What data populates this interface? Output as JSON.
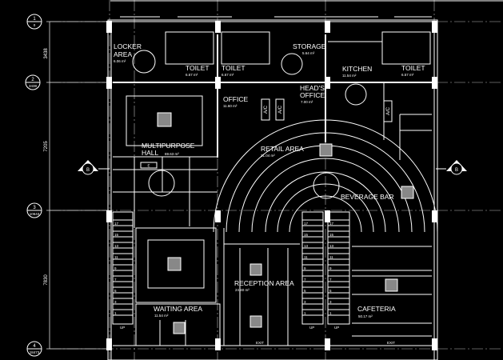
{
  "grid": [
    {
      "id": "1",
      "coord": "0"
    },
    {
      "id": "2",
      "coord": "3438"
    },
    {
      "id": "3",
      "coord": "10643"
    },
    {
      "id": "4",
      "coord": "18473"
    }
  ],
  "dimensions": [
    "3438",
    "7205",
    "7830"
  ],
  "section_marker": "B",
  "rooms": {
    "locker": {
      "name1": "LOCKER",
      "name2": "AREA",
      "area": "6.06 m²"
    },
    "toilet1": {
      "name": "TOILET",
      "area": "6.67 m²"
    },
    "toilet2": {
      "name": "TOILET",
      "area": "6.67 m²"
    },
    "storage": {
      "name": "STORAGE",
      "area": "5.64 m²"
    },
    "kitchen": {
      "name": "KITCHEN",
      "area": "11.54 m²"
    },
    "toilet3": {
      "name": "TOILET",
      "area": "6.57 m²"
    },
    "office": {
      "name": "OFFICE",
      "area": "11.60 m²"
    },
    "heads_office": {
      "name1": "HEAD'S",
      "name2": "OFFICE",
      "area": "7.00 m²"
    },
    "multipurpose": {
      "name1": "MULTIPURPOSE",
      "name2": "HALL",
      "area": "69.63 m²"
    },
    "retail": {
      "name": "RETAIL AREA",
      "area": "31.04 m²"
    },
    "beverage": {
      "name": "BEVERAGE BAR"
    },
    "reception": {
      "name": "RECEPTION AREA",
      "area": "24.40 m²"
    },
    "waiting": {
      "name": "WAITING AREA",
      "area": "11.54 m²"
    },
    "cafeteria": {
      "name": "CAFETERIA",
      "area": "50.17 m²"
    }
  },
  "tags": {
    "ac": "A/C",
    "exit": "EXIT",
    "up": "UP",
    "e": "E"
  },
  "stair_steps": [
    "17",
    "15",
    "13",
    "11",
    "9",
    "7",
    "5",
    "3",
    "1"
  ]
}
